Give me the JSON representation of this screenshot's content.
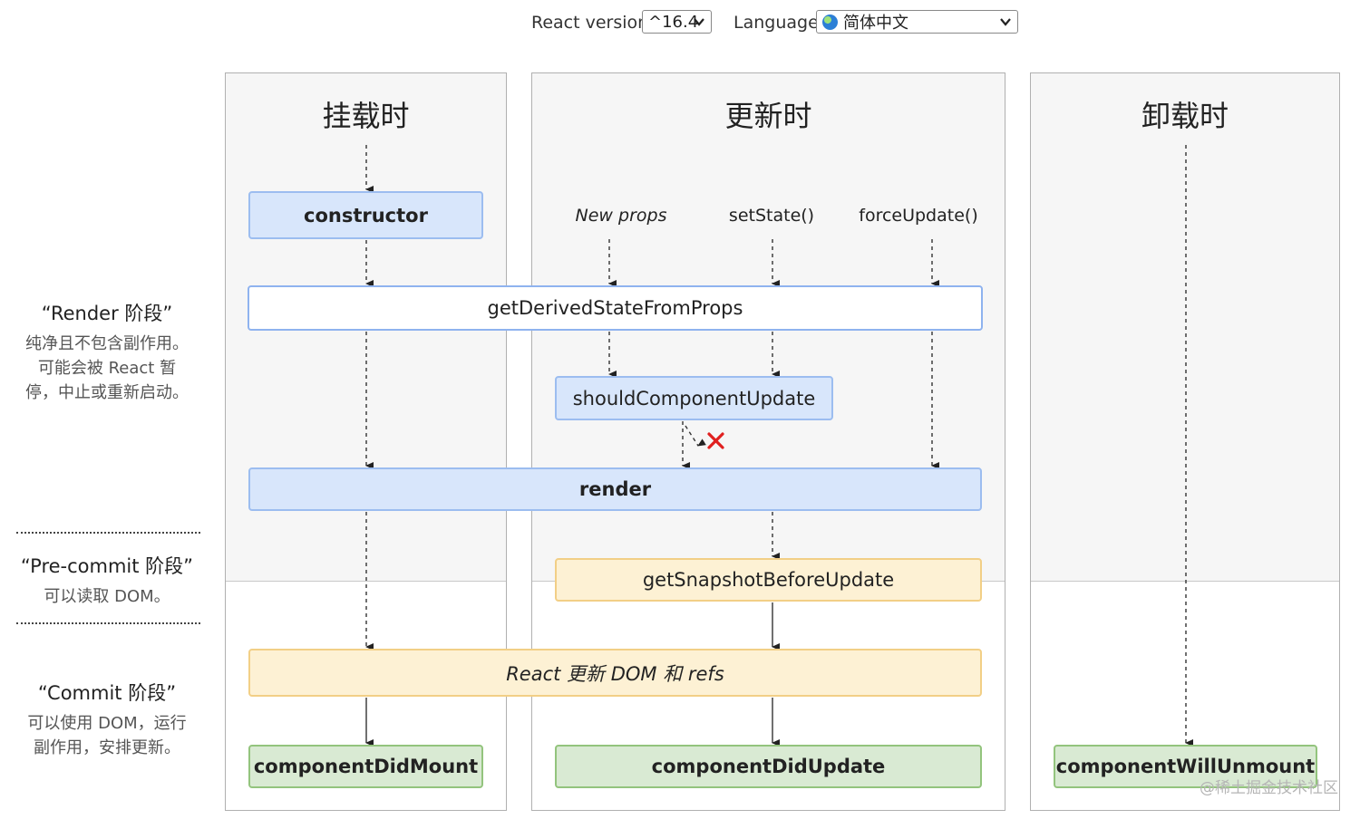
{
  "toolbar": {
    "react_version_label": "React version",
    "react_version_value": "^16.4",
    "language_label": "Language",
    "language_value": "简体中文"
  },
  "columns": {
    "mount": {
      "title": "挂载时"
    },
    "update": {
      "title": "更新时"
    },
    "unmount": {
      "title": "卸载时"
    }
  },
  "triggers": {
    "new_props": "New props",
    "set_state": "setState()",
    "force_update": "forceUpdate()"
  },
  "methods": {
    "constructor": "constructor",
    "get_derived_state": "getDerivedStateFromProps",
    "should_component_update": "shouldComponentUpdate",
    "render": "render",
    "get_snapshot": "getSnapshotBeforeUpdate",
    "react_updates_dom": "React 更新 DOM 和 refs",
    "did_mount": "componentDidMount",
    "did_update": "componentDidUpdate",
    "will_unmount": "componentWillUnmount"
  },
  "phases": {
    "render": {
      "title": "“Render 阶段”",
      "desc_lines": [
        "纯净且不包含副作用。",
        "可能会被 React 暂",
        "停，中止或重新启动。"
      ]
    },
    "pre_commit": {
      "title": "“Pre-commit 阶段”",
      "desc_lines": [
        "可以读取 DOM。"
      ]
    },
    "commit": {
      "title": "“Commit 阶段”",
      "desc_lines": [
        "可以使用 DOM，运行",
        "副作用，安排更新。"
      ]
    }
  },
  "colors": {
    "blue_fill": "#d8e6fb",
    "yellow_fill": "#fdf1d4",
    "green_fill": "#d9ead3",
    "cancel_mark": "#e0201f"
  },
  "watermark": "@稀土掘金技术社区"
}
